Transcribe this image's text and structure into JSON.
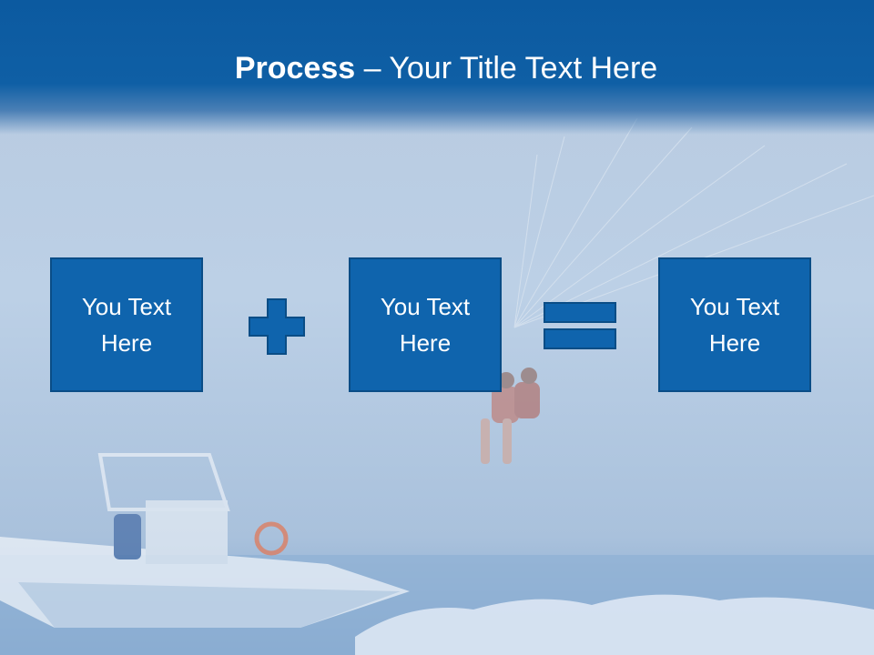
{
  "slide": {
    "title_bold": "Process",
    "title_separator": " – ",
    "title_rest": "Your Title Text Here",
    "boxes": [
      {
        "label": "You Text Here"
      },
      {
        "label": "You Text Here"
      },
      {
        "label": "You Text Here"
      }
    ],
    "operators": [
      "plus-icon",
      "equals-icon"
    ]
  },
  "colors": {
    "header": "#0f5fa5",
    "box_fill": "#0f64ad",
    "box_border": "#0a4d86",
    "background": "#bcd0e6"
  }
}
